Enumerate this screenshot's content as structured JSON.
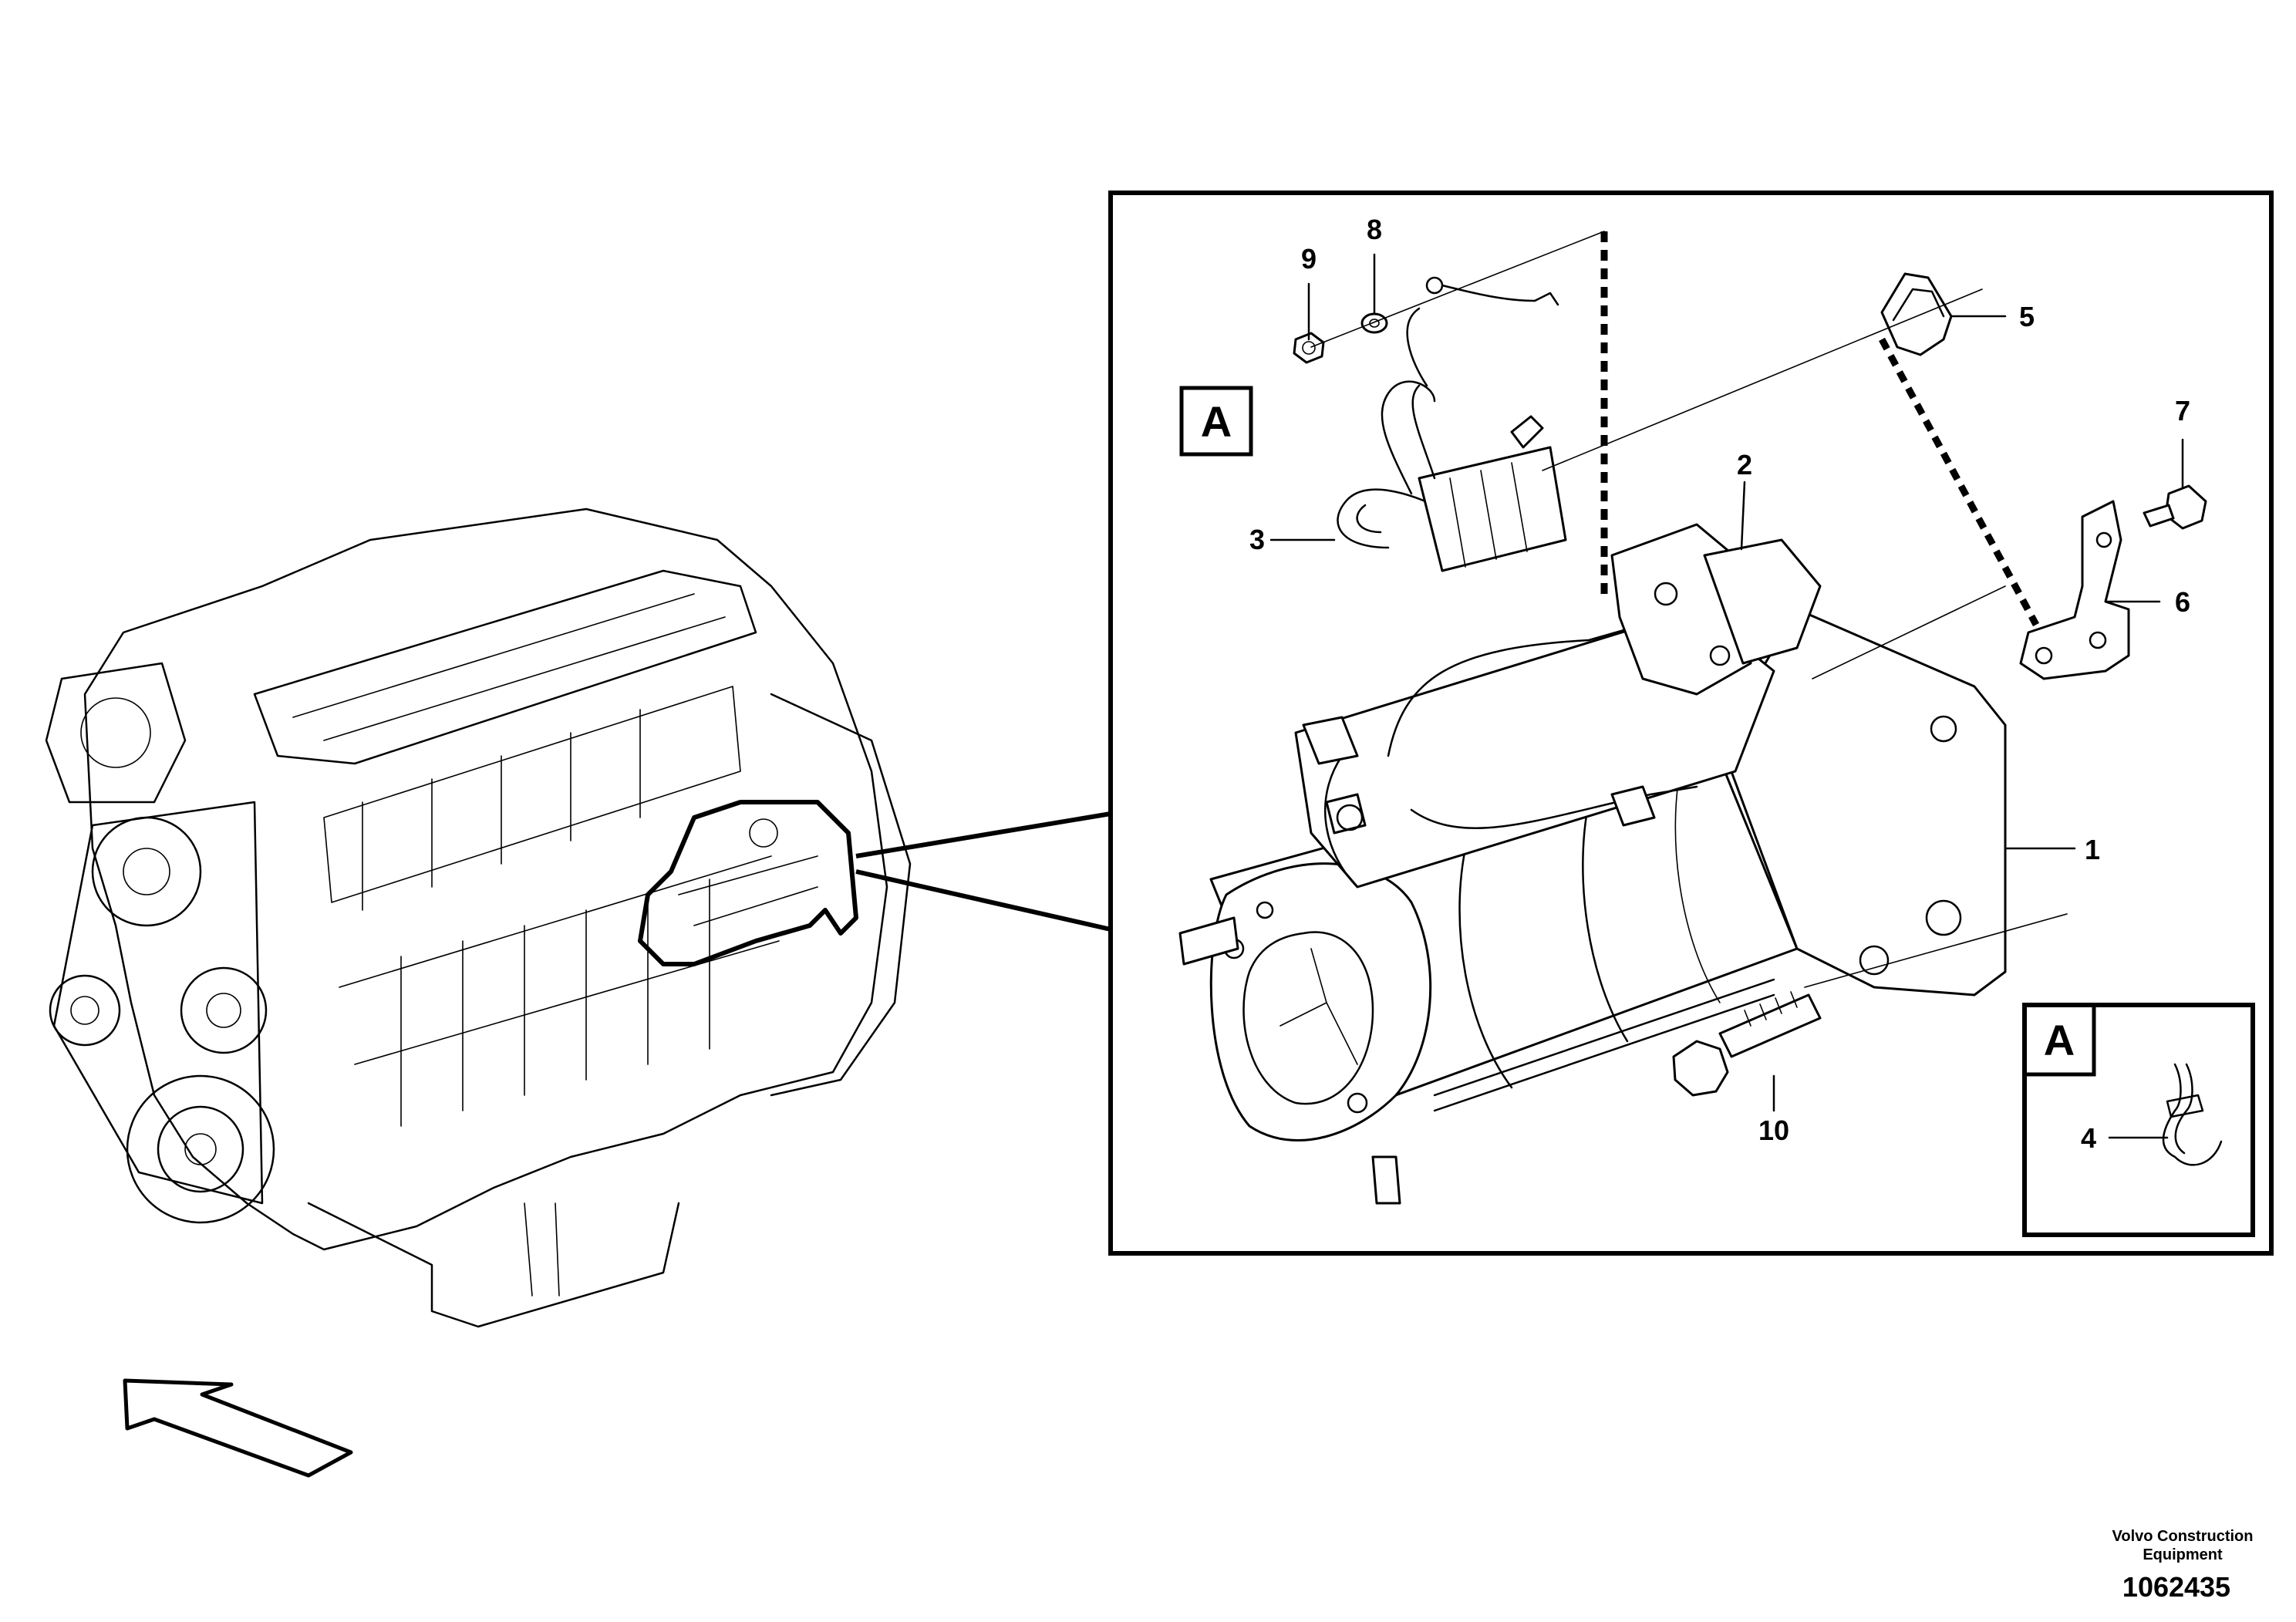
{
  "diagram": {
    "callouts": {
      "c1": "1",
      "c2": "2",
      "c3": "3",
      "c4": "4",
      "c5": "5",
      "c6": "6",
      "c7": "7",
      "c8": "8",
      "c9": "9",
      "c10": "10"
    },
    "detail_ref_main": "A",
    "detail_ref_inset": "A"
  },
  "footer": {
    "publisher_line1": "Volvo Construction",
    "publisher_line2": "Equipment",
    "figure_number": "1062435"
  }
}
